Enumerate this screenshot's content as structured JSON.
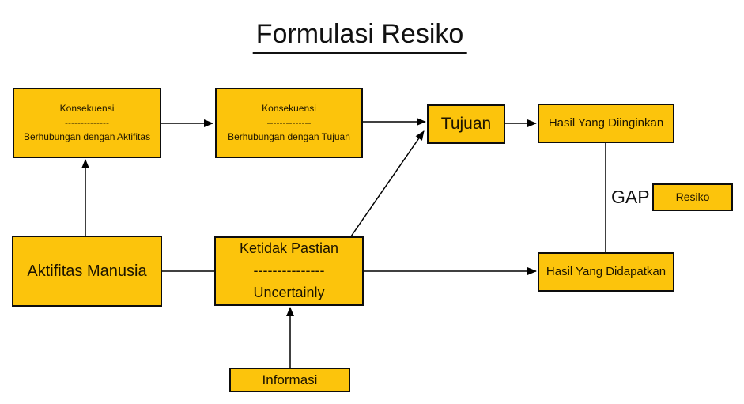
{
  "title": "Formulasi Resiko",
  "boxes": {
    "konsekuensi_aktifitas": {
      "line1": "Konsekuensi",
      "divider": "--------------",
      "line2": "Berhubungan dengan Aktifitas"
    },
    "konsekuensi_tujuan": {
      "line1": "Konsekuensi",
      "divider": "--------------",
      "line2": "Berhubungan dengan Tujuan"
    },
    "tujuan": {
      "label": "Tujuan"
    },
    "hasil_diinginkan": {
      "label": "Hasil Yang Diinginkan"
    },
    "resiko": {
      "label": "Resiko"
    },
    "aktifitas_manusia": {
      "label": "Aktifitas Manusia"
    },
    "ketidak_pastian": {
      "line1": "Ketidak Pastian",
      "divider": "---------------",
      "line2": "Uncertainly"
    },
    "hasil_didapatkan": {
      "label": "Hasil Yang Didapatkan"
    },
    "informasi": {
      "label": "Informasi"
    }
  },
  "labels": {
    "gap": "GAP"
  },
  "colors": {
    "box_fill": "#FCC40C",
    "box_border": "#0D0D0D",
    "text": "#1C1400",
    "arrow": "#000000",
    "background": "#FFFFFF"
  },
  "edges": [
    {
      "from": "konsekuensi_aktifitas",
      "to": "konsekuensi_tujuan",
      "arrow": true
    },
    {
      "from": "konsekuensi_tujuan",
      "to": "tujuan",
      "arrow": true
    },
    {
      "from": "ketidak_pastian",
      "to": "tujuan",
      "arrow": true
    },
    {
      "from": "tujuan",
      "to": "hasil_diinginkan",
      "arrow": true
    },
    {
      "from": "hasil_diinginkan",
      "to": "hasil_didapatkan",
      "arrow": false
    },
    {
      "from": "aktifitas_manusia",
      "to": "konsekuensi_aktifitas",
      "arrow": true
    },
    {
      "from": "aktifitas_manusia",
      "to": "ketidak_pastian",
      "arrow": false
    },
    {
      "from": "ketidak_pastian",
      "to": "hasil_didapatkan",
      "arrow": true
    },
    {
      "from": "informasi",
      "to": "ketidak_pastian",
      "arrow": true
    }
  ]
}
